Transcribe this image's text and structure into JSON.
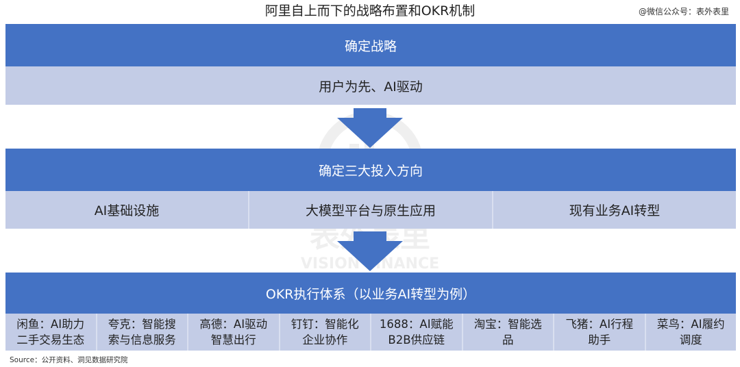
{
  "header": {
    "title": "阿里自上而下的战略布置和OKR机制",
    "credit": "@微信公众号：表外表里"
  },
  "strategy": {
    "heading": "确定战略",
    "statement": "用户为先、AI驱动"
  },
  "investment": {
    "heading": "确定三大投入方向",
    "directions": [
      {
        "label": "AI基础设施"
      },
      {
        "label": "大模型平台与原生应用"
      },
      {
        "label": "现有业务AI转型"
      }
    ]
  },
  "okr": {
    "heading": "OKR执行体系（以业务AI转型为例）",
    "items": [
      {
        "line1": "闲鱼：AI助力",
        "line2": "二手交易生态"
      },
      {
        "line1": "夸克：智能搜",
        "line2": "索与信息服务"
      },
      {
        "line1": "高德：AI驱动",
        "line2": "智慧出行"
      },
      {
        "line1": "钉钉：智能化",
        "line2": "企业协作"
      },
      {
        "line1": "1688：AI赋能",
        "line2": "B2B供应链"
      },
      {
        "line1": "淘宝：智能选",
        "line2": "品"
      },
      {
        "line1": "飞猪：AI行程",
        "line2": "助手"
      },
      {
        "line1": "菜鸟：AI履约",
        "line2": "调度"
      }
    ]
  },
  "watermark": {
    "text_cn": "表外表里",
    "text_en": "VISION FINANCE"
  },
  "footer": {
    "source": "Source：公开资料、洞见数据研究院"
  },
  "colors": {
    "band_blue": "#4472c4",
    "band_light": "#c3cce6",
    "arrow": "#4472c4"
  }
}
